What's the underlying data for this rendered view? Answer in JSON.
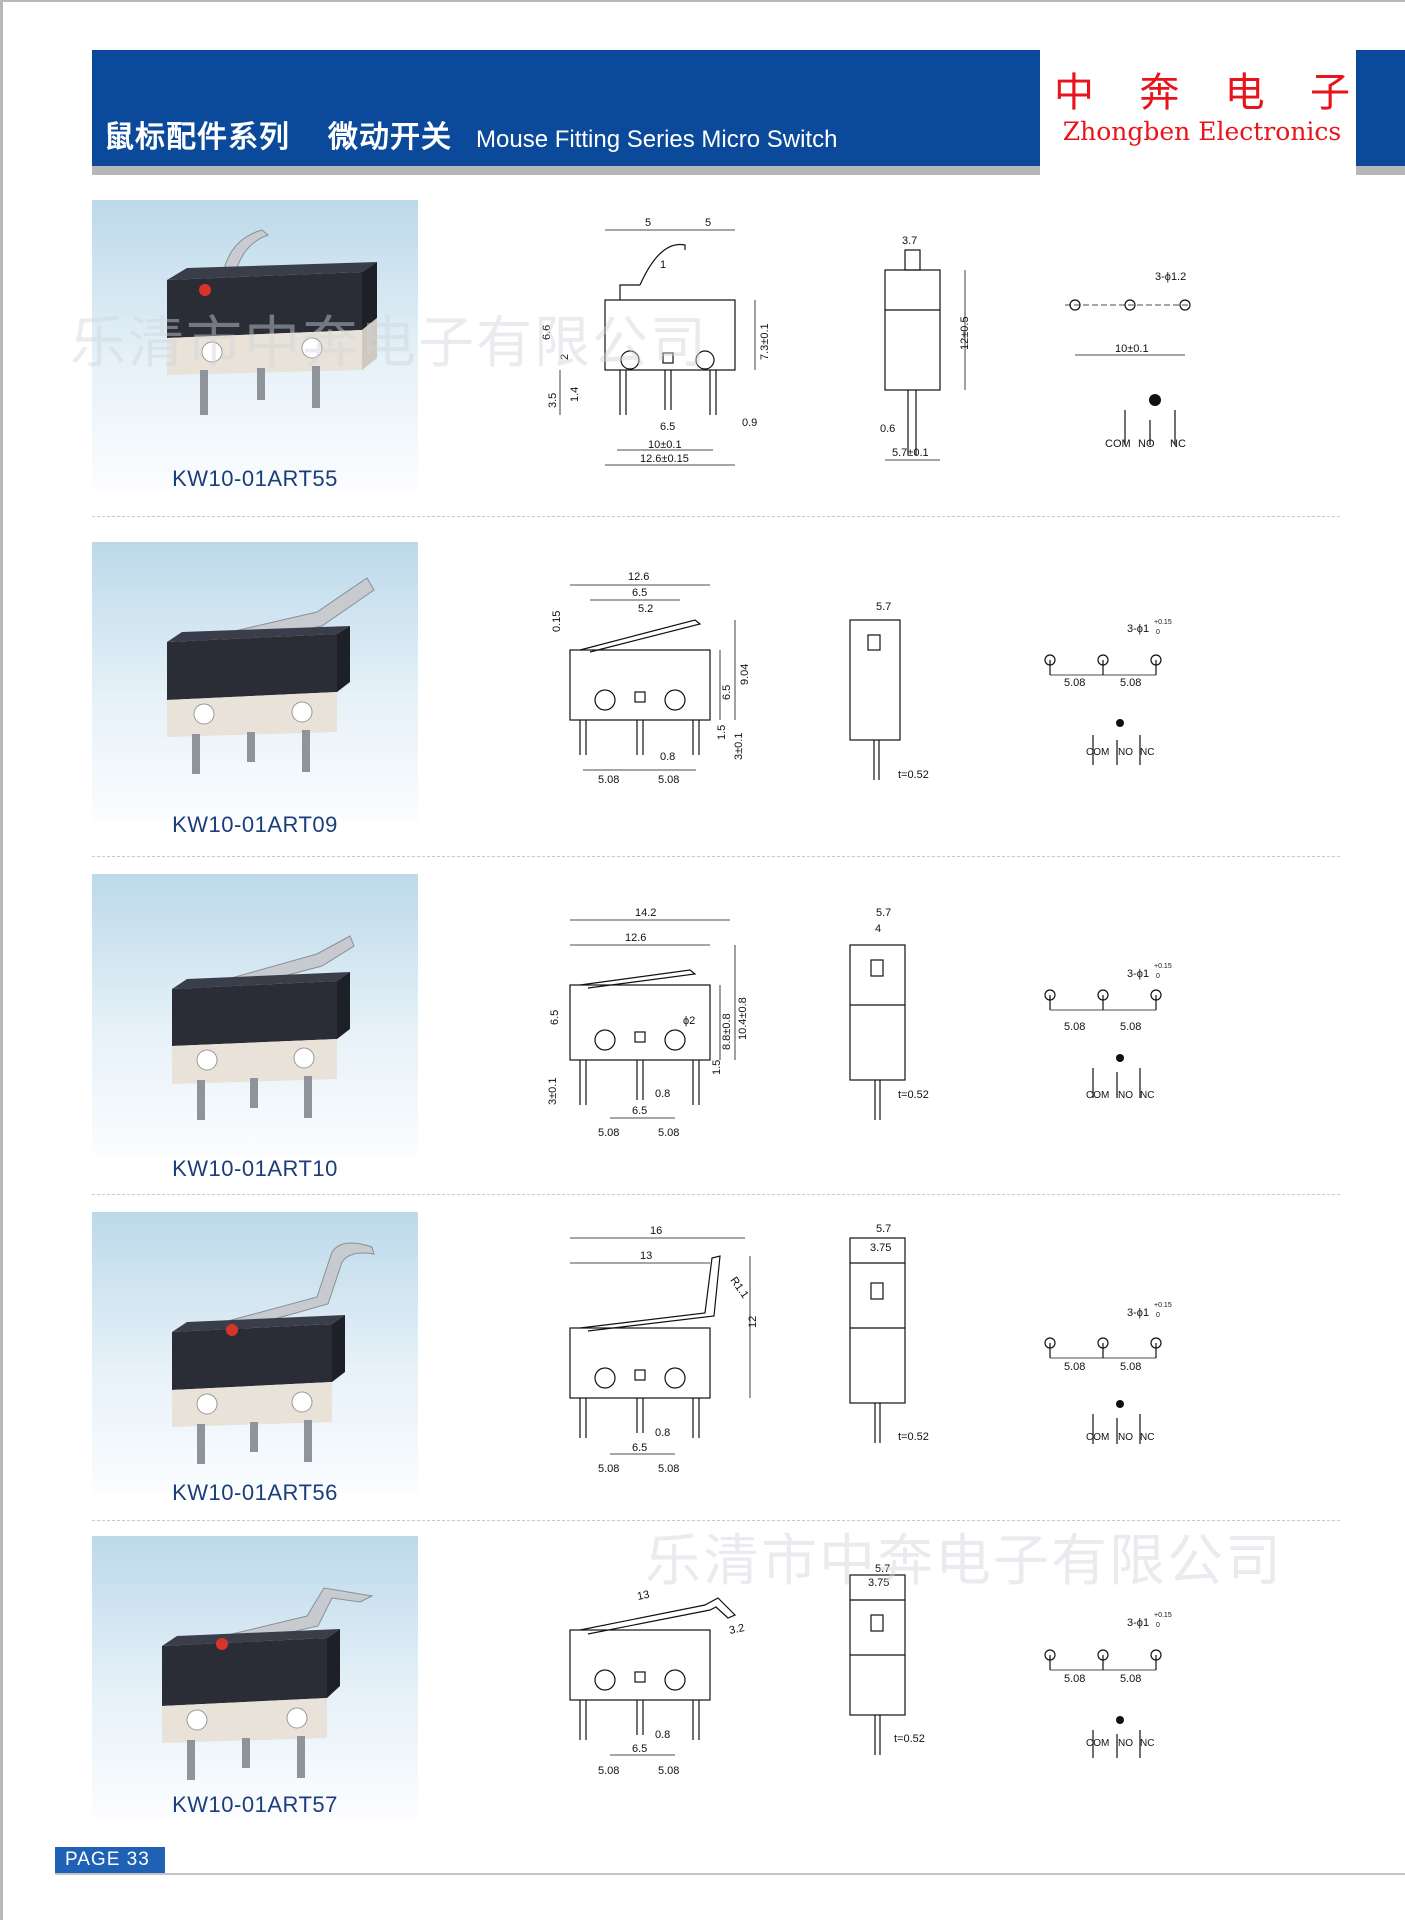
{
  "header": {
    "series_cn": "鼠标配件系列",
    "product_cn": "微动开关",
    "title_en": "Mouse Fitting  Series Micro Switch",
    "brand_cn": [
      "中",
      "奔",
      "电",
      "子"
    ],
    "brand_en": "Zhongben Electronics"
  },
  "watermark": "乐清市中奔电子有限公司",
  "colors": {
    "header_blue": "#0b4a9a",
    "brand_red": "#e8141b",
    "model_blue": "#1b3d7a",
    "page_tag": "#1f62b5"
  },
  "products": [
    {
      "model": "KW10-01ART55",
      "dims": {
        "w1": "5",
        "w2": "5",
        "lever": "1",
        "h": "6.6",
        "h2": "7.3±0.1",
        "s1": "2",
        "s2": "1.4",
        "pin": "3.5",
        "p1": "6.5",
        "p2": "0.9",
        "p3": "10±0.1",
        "p4": "12.6±0.15",
        "side_w": "3.7",
        "side_h": "12±0.5",
        "side_pin": "0.6",
        "side_b": "5.7±0.1",
        "hole": "3-ϕ1.2",
        "span": "10±0.1"
      },
      "terminals": [
        "COM",
        "NO",
        "NC"
      ]
    },
    {
      "model": "KW10-01ART09",
      "dims": {
        "a": "12.6",
        "b": "6.5",
        "c": "5.2",
        "d": "0.15",
        "e": "6.5",
        "f": "9.04",
        "g": "1.5",
        "h": "3±0.1",
        "i": "0.8",
        "p1": "5.08",
        "p2": "5.08",
        "side_w": "5.7",
        "side_t": "t=0.52",
        "hole": "3-ϕ1",
        "tol": "+0.15",
        "tol2": "0",
        "s1": "5.08",
        "s2": "5.08"
      },
      "terminals": [
        "COM",
        "NO",
        "NC"
      ]
    },
    {
      "model": "KW10-01ART10",
      "dims": {
        "a": "14.2",
        "b": "12.6",
        "c": "6.5",
        "d": "ϕ2",
        "e": "8.8±0.8",
        "f": "10.4±0.8",
        "g": "1.5",
        "h": "3±0.1",
        "i": "0.8",
        "j": "6.5",
        "p1": "5.08",
        "p2": "5.08",
        "side_w": "5.7",
        "side_i": "4",
        "side_t": "t=0.52",
        "hole": "3-ϕ1",
        "tol": "+0.15",
        "tol2": "0",
        "s1": "5.08",
        "s2": "5.08"
      },
      "terminals": [
        "COM",
        "NO",
        "NC"
      ]
    },
    {
      "model": "KW10-01ART56",
      "dims": {
        "a": "16",
        "b": "13",
        "r": "R1.1",
        "h": "12",
        "i": "0.8",
        "j": "6.5",
        "p1": "5.08",
        "p2": "5.08",
        "side_w": "5.7",
        "side_i": "3.75",
        "side_t": "t=0.52",
        "hole": "3-ϕ1",
        "tol": "+0.15",
        "tol2": "0",
        "s1": "5.08",
        "s2": "5.08"
      },
      "terminals": [
        "COM",
        "NO",
        "NC"
      ]
    },
    {
      "model": "KW10-01ART57",
      "dims": {
        "b": "13",
        "c": "3.2",
        "i": "0.8",
        "j": "6.5",
        "p1": "5.08",
        "p2": "5.08",
        "side_w": "5.7",
        "side_i": "3.75",
        "side_t": "t=0.52",
        "hole": "3-ϕ1",
        "tol": "+0.15",
        "tol2": "0",
        "s1": "5.08",
        "s2": "5.08"
      },
      "terminals": [
        "COM",
        "NO",
        "NC"
      ]
    }
  ],
  "page_label": "PAGE 33"
}
